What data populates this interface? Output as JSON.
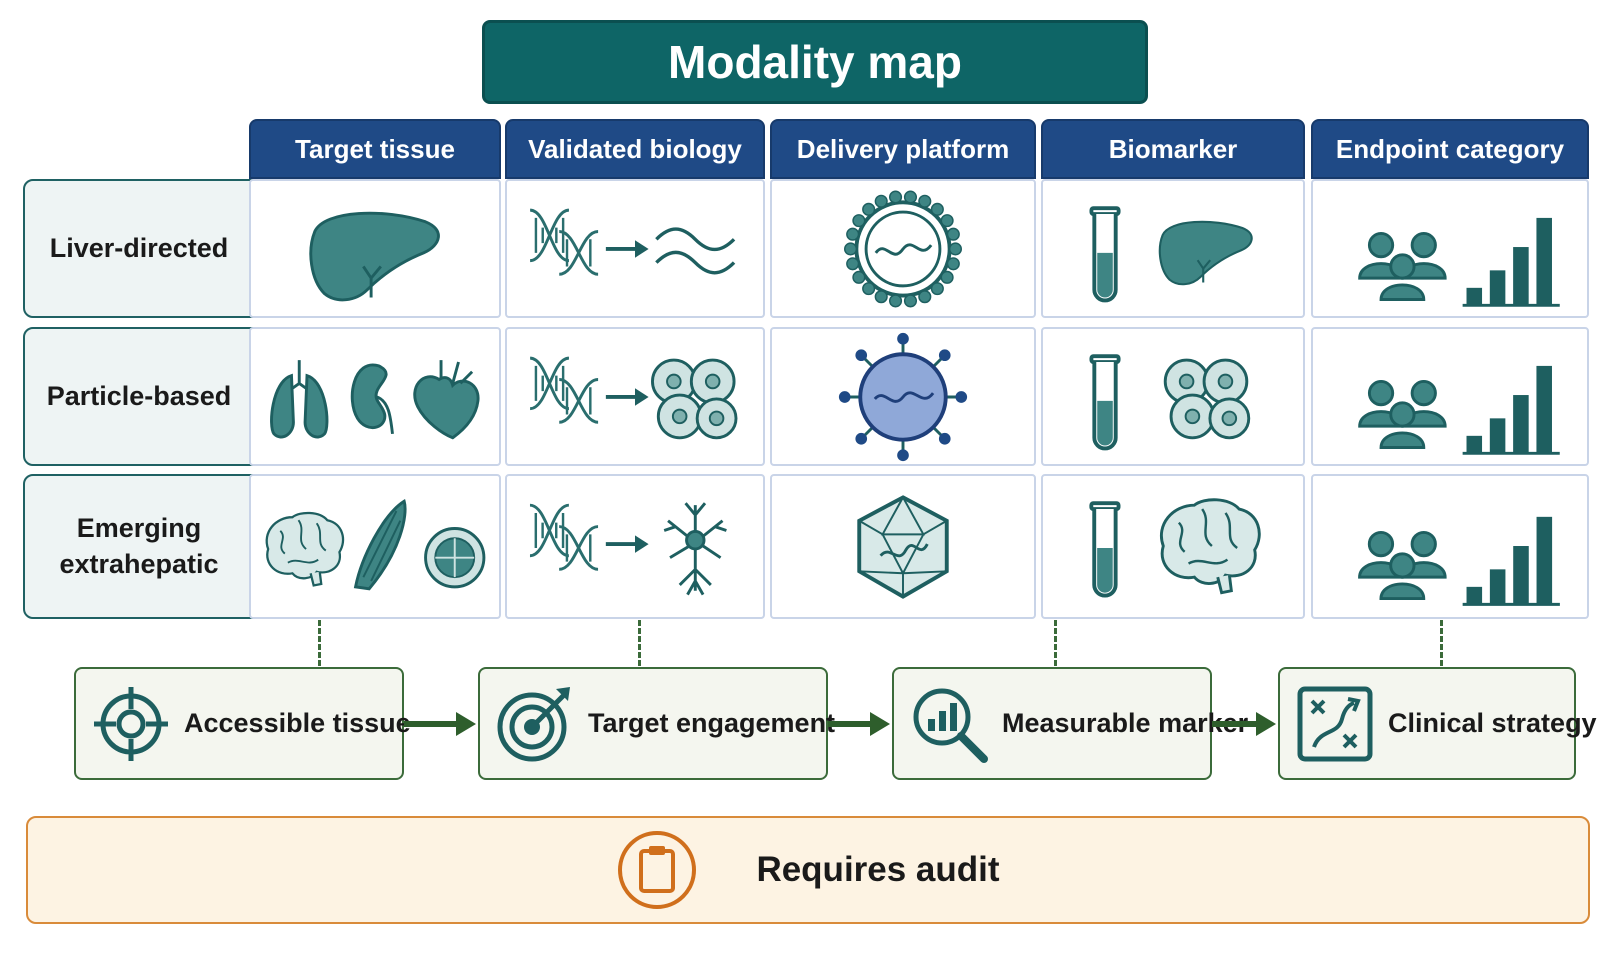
{
  "title": "Modality map",
  "columns": [
    "Target tissue",
    "Validated biology",
    "Delivery platform",
    "Biomarker",
    "Endpoint category"
  ],
  "rows": [
    "Liver-directed",
    "Particle-based",
    "Emerging\nextrahepatic"
  ],
  "flow": [
    {
      "label": "Accessible tissue",
      "icon": "crosshair-icon"
    },
    {
      "label": "Target engagement",
      "icon": "bullseye-arrow-icon"
    },
    {
      "label": "Measurable marker",
      "icon": "magnifier-chart-icon"
    },
    {
      "label": "Clinical strategy",
      "icon": "strategy-board-icon"
    }
  ],
  "footer": {
    "label": "Requires audit",
    "icon": "clipboard-icon"
  },
  "colors": {
    "title_bg": "#0e6566",
    "header_bg": "#1f4a86",
    "icon": "#3e8584",
    "flow_border": "#3b6b3a",
    "audit_border": "#d98b3a",
    "audit_bg": "#fdf3e3"
  }
}
